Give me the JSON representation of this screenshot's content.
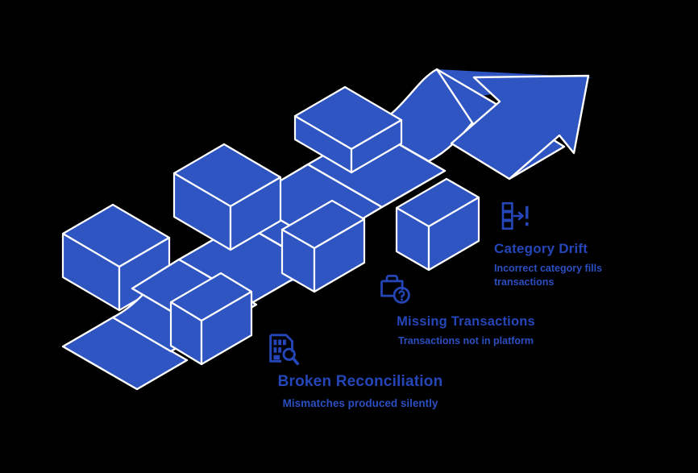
{
  "theme": {
    "background": "#000000",
    "ribbon_fill": "#2e55c2",
    "ribbon_stroke": "#ffffff",
    "bar_fill": "#2e55c2",
    "bar_stroke": "#ffffff",
    "title_color": "#2546b8",
    "subtitle_color": "#2b4ec0",
    "icon_color": "#2546b8"
  },
  "illustration": {
    "name": "isometric-arrow-over-obstacles",
    "description": "Blue isometric ribbon arrow stepping up over three crossing bar obstacles"
  },
  "clusters": [
    {
      "id": "broken-reconciliation",
      "icon": "document-binary-search-icon",
      "title": "Broken Reconciliation",
      "subtitle": "Mismatches produced silently"
    },
    {
      "id": "missing-transactions",
      "icon": "package-question-icon",
      "title": "Missing Transactions",
      "subtitle": "Transactions not in platform"
    },
    {
      "id": "category-drift",
      "icon": "list-arrow-alert-icon",
      "title": "Category Drift",
      "subtitle": "Incorrect category fills transactions"
    }
  ]
}
